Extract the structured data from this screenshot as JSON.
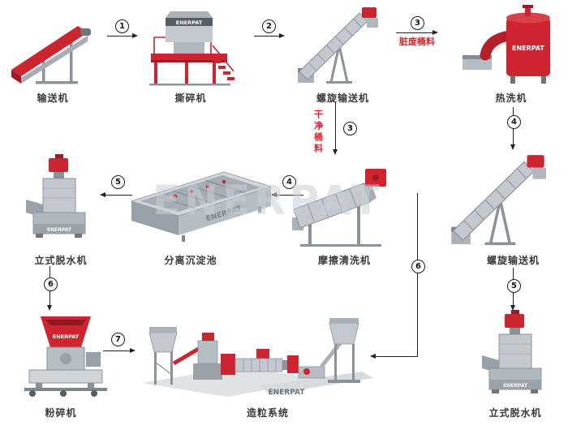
{
  "watermark": "ENERPAT",
  "brand": "ENERPAT",
  "colors": {
    "accent_red": "#cd2430",
    "machine_gray": "#c3c9ce",
    "note_red": "#e32227"
  },
  "machines": {
    "conveyor": {
      "label": "输送机"
    },
    "shredder": {
      "label": "撕碎机"
    },
    "screw_conveyor_top": {
      "label": "螺旋输送机"
    },
    "hot_washer": {
      "label": "热洗机"
    },
    "screw_conveyor_right": {
      "label": "螺旋输送机"
    },
    "friction_washer": {
      "label": "摩擦清洗机"
    },
    "separation_tank": {
      "label": "分离沉淀池"
    },
    "vertical_dewater_left": {
      "label": "立式脱水机"
    },
    "crusher": {
      "label": "粉碎机"
    },
    "pelletizing_system": {
      "label": "造粒系统"
    },
    "vertical_dewater_right": {
      "label": "立式脱水机"
    }
  },
  "steps": {
    "s1": "1",
    "s2": "2",
    "s3": "3",
    "s4": "4",
    "s5": "5",
    "s6": "6",
    "s7": "7"
  },
  "annotations": {
    "dirty_material": "脏废桶料",
    "clean_material": "干净桶料"
  }
}
